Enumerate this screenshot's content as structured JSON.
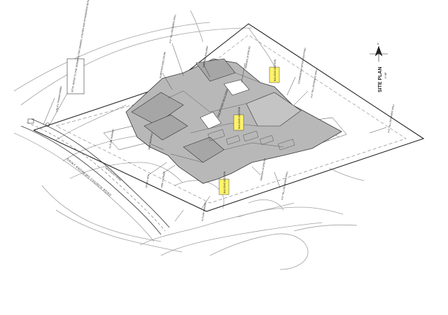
{
  "drawing": {
    "title": "SITE PLAN",
    "scale": "1\"=80'",
    "north_marker": "N"
  },
  "road": {
    "label": "SAINT ANDREWS CHURCH ROAD",
    "note_near": "NEW ENTRY ROAD"
  },
  "labels": {
    "proposed_building": "PROPOSED BUILDING",
    "future_parking_left": "FUTURE PARKING",
    "future_parking_right": "FUTURE PARKING",
    "existing_building": "EXISTING BUILDING",
    "retaining_wall_a": "3'-0\" TALL RETAINING WALL",
    "retaining_wall_b": "3'-0\" TALL RETAINING WALL",
    "retaining_wall_c": "4'-0\" TALL RETAINING WALL",
    "detention_pond": "STORMWATER DETENTION POND",
    "dumpster": "DUMPSTER ENCLOSURE",
    "sidewalk": "NEW SIDEWALK",
    "utility_transformer": "UTILITY TRANSFORMER",
    "entry_sign": "ENTRY SIGN",
    "fire_hydrant": "FIRE HYDRANT",
    "parking_count_a": "PARKING 24 SPACES",
    "parking_count_b": "PARKING 18 SPACES",
    "note_block": "NOTE: REFER TO CIVIL DRAWINGS FOR GRADING, UTILITIES AND STORMWATER DETAILS"
  },
  "callouts": {
    "a": "BUILDING ADDITION",
    "b": "BUILDING ADDITION",
    "c": "BUILDING ADDITION"
  },
  "colors": {
    "building_fill": "#b8b8b8",
    "building_dark": "#9a9a9a",
    "line": "#333333",
    "contour": "#9a9a9a",
    "highlight": "#fff36a"
  }
}
